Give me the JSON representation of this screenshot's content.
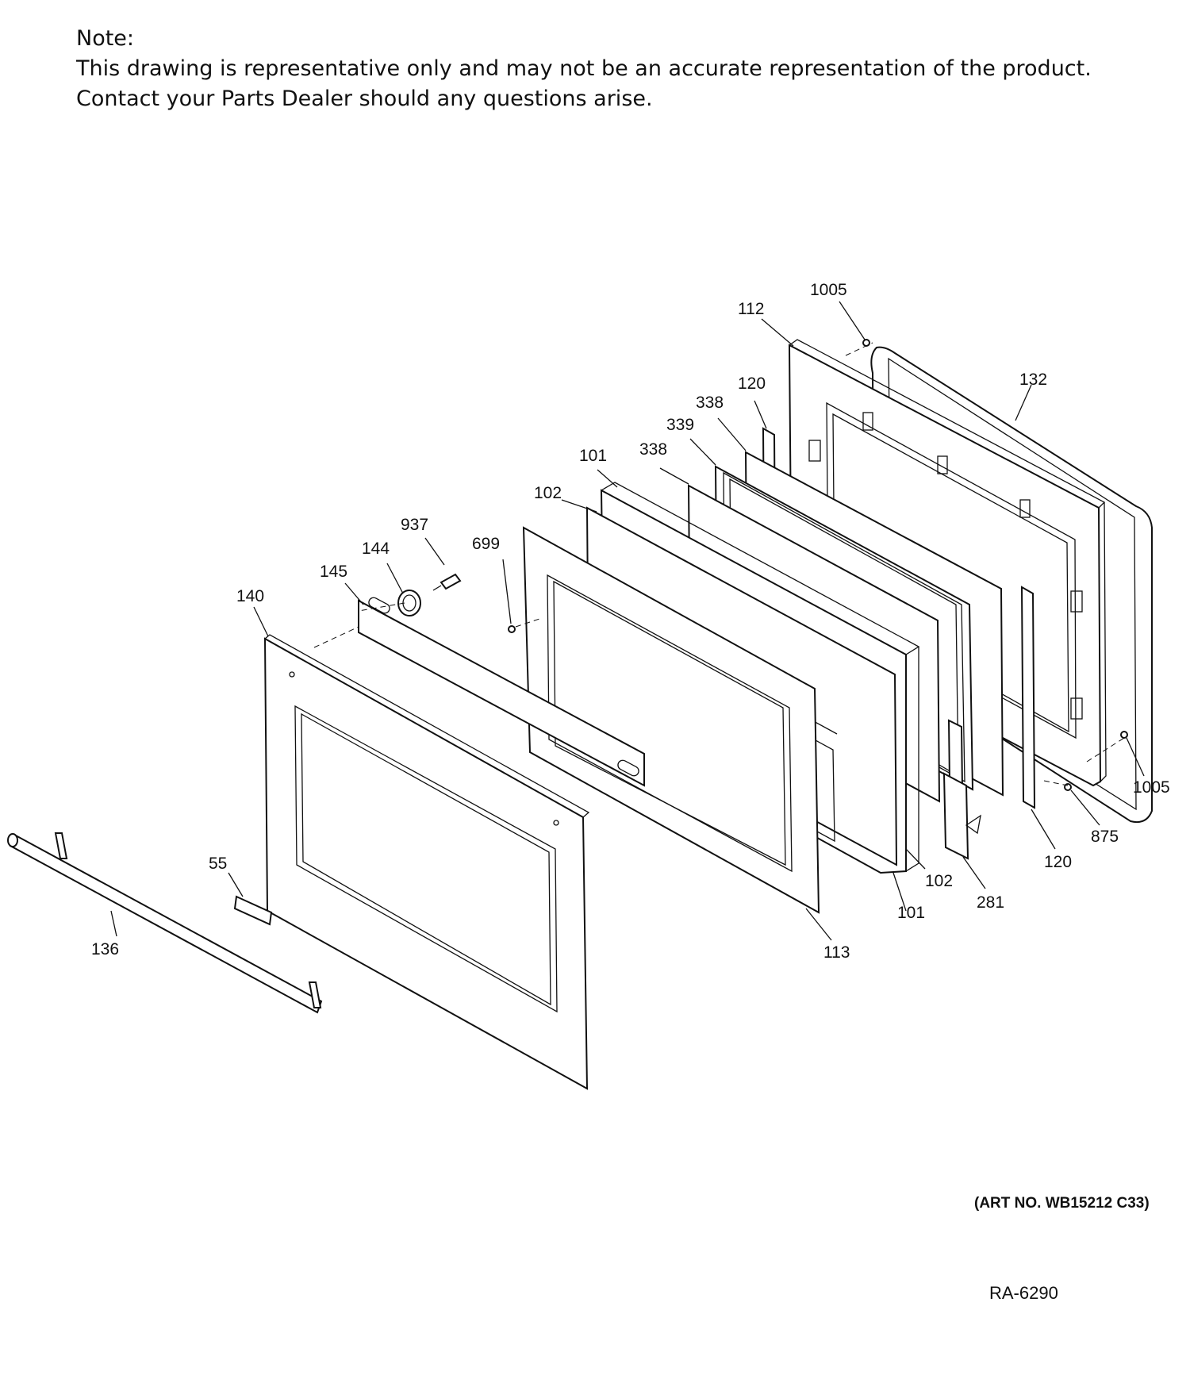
{
  "note": {
    "heading": "Note:",
    "line1": "This drawing is representative only and may not be an accurate representation of the product.",
    "line2": "Contact your Parts Dealer should any questions arise."
  },
  "callouts": [
    {
      "id": "c1005a",
      "text": "1005"
    },
    {
      "id": "c112",
      "text": "112"
    },
    {
      "id": "c132",
      "text": "132"
    },
    {
      "id": "c120a",
      "text": "120"
    },
    {
      "id": "c338a",
      "text": "338"
    },
    {
      "id": "c339",
      "text": "339"
    },
    {
      "id": "c338b",
      "text": "338"
    },
    {
      "id": "c101a",
      "text": "101"
    },
    {
      "id": "c102a",
      "text": "102"
    },
    {
      "id": "c937",
      "text": "937"
    },
    {
      "id": "c699",
      "text": "699"
    },
    {
      "id": "c144",
      "text": "144"
    },
    {
      "id": "c145",
      "text": "145"
    },
    {
      "id": "c140",
      "text": "140"
    },
    {
      "id": "c55",
      "text": "55"
    },
    {
      "id": "c136",
      "text": "136"
    },
    {
      "id": "c113",
      "text": "113"
    },
    {
      "id": "c101b",
      "text": "101"
    },
    {
      "id": "c102b",
      "text": "102"
    },
    {
      "id": "c281",
      "text": "281"
    },
    {
      "id": "c120b",
      "text": "120"
    },
    {
      "id": "c875",
      "text": "875"
    },
    {
      "id": "c1005b",
      "text": "1005"
    }
  ],
  "art_number": "(ART NO. WB15212 C33)",
  "drawing_number": "RA-6290"
}
